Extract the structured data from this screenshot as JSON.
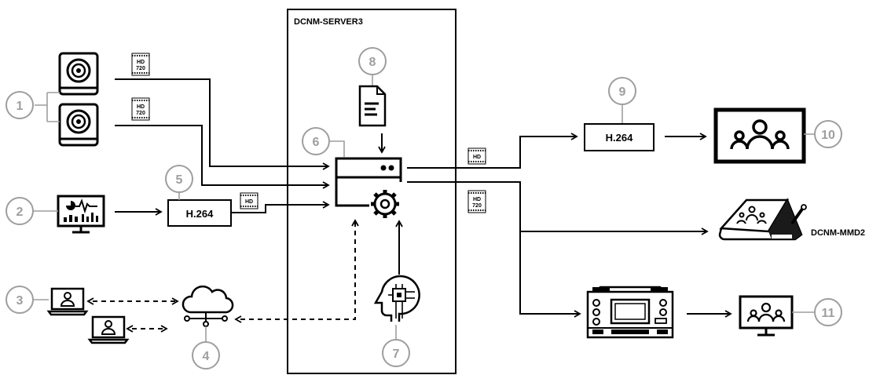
{
  "server": {
    "title": "DCNM-SERVER3"
  },
  "callouts": [
    "1",
    "2",
    "3",
    "4",
    "5",
    "6",
    "7",
    "8",
    "9",
    "10",
    "11"
  ],
  "codec_labels": {
    "input_encoder": "H.264",
    "output_encoder": "H.264"
  },
  "video_tags": {
    "hd_720": [
      "HD",
      "720"
    ],
    "hd": "HD"
  },
  "device_labels": {
    "mmd2": "DCNM-MMD2"
  },
  "colors": {
    "line": "#000000",
    "callout": "#9e9e9e",
    "background": "#ffffff"
  },
  "icons": [
    "ptz-camera-icon",
    "dashboard-monitor-icon",
    "laptop-user-icon",
    "cloud-network-icon",
    "document-icon",
    "application-gear-icon",
    "ai-head-icon",
    "display-people-icon",
    "multimedia-device-icon",
    "video-recorder-icon"
  ]
}
